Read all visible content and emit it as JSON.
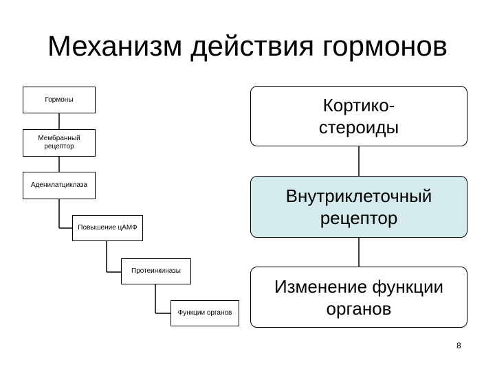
{
  "title": "Механизм действия гормонов",
  "left_chain": {
    "hormones": "Гормоны",
    "membrane_receptor": "Мембранный рецептор",
    "adenylate_cyclase": "Аденилатциклаза",
    "camp_increase": "Повышение цАМФ",
    "protein_kinases": "Протеинкиназы",
    "organ_functions": "Функции органов"
  },
  "right_chain": {
    "corticosteroids": "Кортико-\nстероиды",
    "intracellular_receptor": "Внутриклеточный рецептор",
    "organ_function_change": "Изменение функции органов"
  },
  "page_number": "8",
  "colors": {
    "teal_fill": "#d5eaec"
  }
}
